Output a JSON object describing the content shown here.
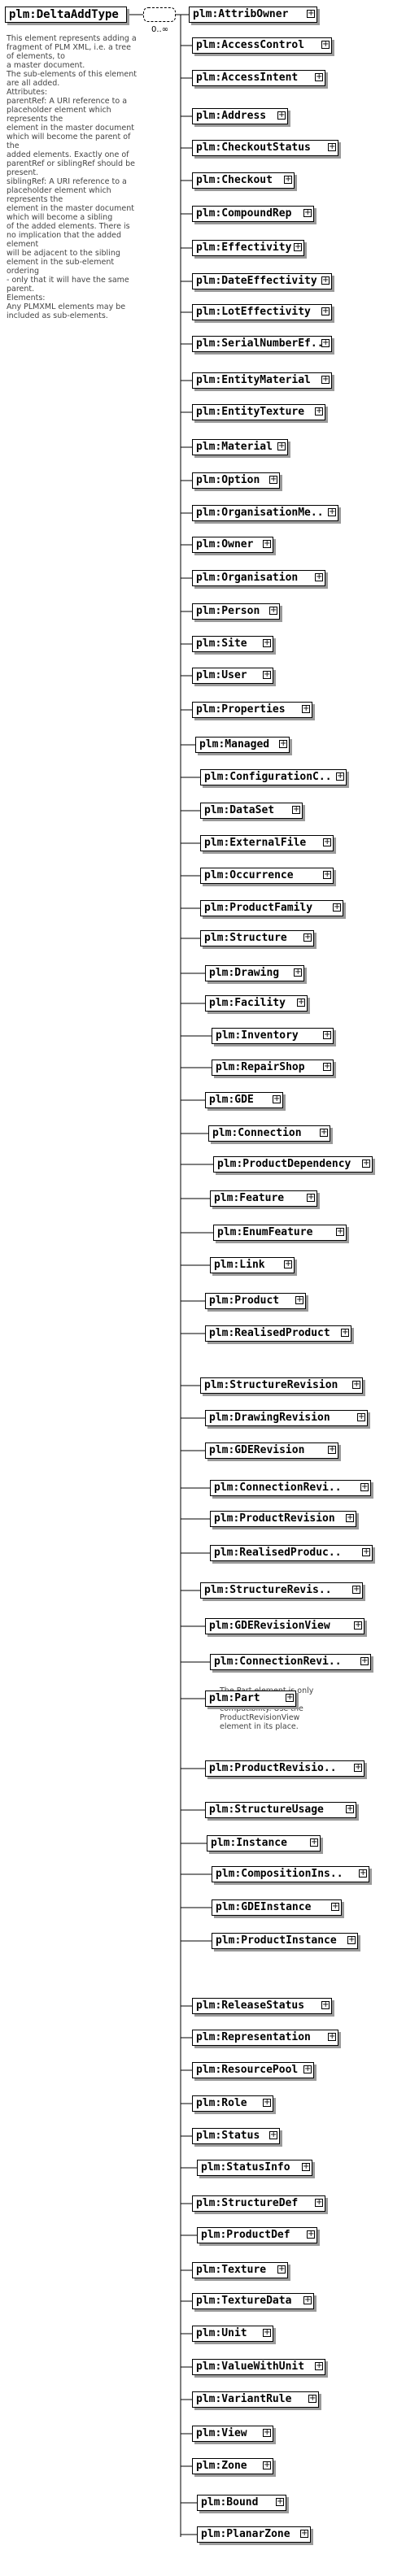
{
  "root": {
    "label": "plm:DeltaAddType"
  },
  "sequence": {
    "occurrence": "0..∞"
  },
  "documentation": [
    "This element represents adding a fragment of PLM XML, i.e. a tree of elements, to",
    "a master document.",
    "The sub-elements of this element are all added.",
    "Attributes:",
    "parentRef: A URI reference to a placeholder element which represents the",
    "element in the master document which will become the parent of the",
    "added elements. Exactly one of parentRef or siblingRef should be present.",
    "siblingRef: A URI reference to a placeholder element which represents the",
    "element in the master document which will become a sibling",
    "of the added elements. There is no implication that the added element",
    "will be adjacent to the sibling element in the sub-element ordering",
    "- only that it will have the same parent.",
    "Elements:",
    "Any PLMXML elements may be included as sub-elements."
  ],
  "part_note": [
    "The Part element is only",
    "provided for legacy",
    "compatibility. Use the",
    "ProductRevisionView",
    "element in its place."
  ],
  "elements": [
    {
      "label": "plm:AttribOwner"
    },
    {
      "label": "plm:AccessControl"
    },
    {
      "label": "plm:AccessIntent"
    },
    {
      "label": "plm:Address"
    },
    {
      "label": "plm:CheckoutStatus"
    },
    {
      "label": "plm:Checkout"
    },
    {
      "label": "plm:CompoundRep"
    },
    {
      "label": "plm:Effectivity"
    },
    {
      "label": "plm:DateEffectivity"
    },
    {
      "label": "plm:LotEffectivity"
    },
    {
      "label": "plm:SerialNumberEf.."
    },
    {
      "label": "plm:EntityMaterial"
    },
    {
      "label": "plm:EntityTexture"
    },
    {
      "label": "plm:Material"
    },
    {
      "label": "plm:Option"
    },
    {
      "label": "plm:OrganisationMe.."
    },
    {
      "label": "plm:Owner"
    },
    {
      "label": "plm:Organisation"
    },
    {
      "label": "plm:Person"
    },
    {
      "label": "plm:Site"
    },
    {
      "label": "plm:User"
    },
    {
      "label": "plm:Properties"
    },
    {
      "label": "plm:Managed"
    },
    {
      "label": "plm:ConfigurationC.."
    },
    {
      "label": "plm:DataSet"
    },
    {
      "label": "plm:ExternalFile"
    },
    {
      "label": "plm:Occurrence"
    },
    {
      "label": "plm:ProductFamily"
    },
    {
      "label": "plm:Structure"
    },
    {
      "label": "plm:Drawing"
    },
    {
      "label": "plm:Facility"
    },
    {
      "label": "plm:Inventory"
    },
    {
      "label": "plm:RepairShop"
    },
    {
      "label": "plm:GDE"
    },
    {
      "label": "plm:Connection"
    },
    {
      "label": "plm:ProductDependency"
    },
    {
      "label": "plm:Feature"
    },
    {
      "label": "plm:EnumFeature"
    },
    {
      "label": "plm:Link"
    },
    {
      "label": "plm:Product"
    },
    {
      "label": "plm:RealisedProduct"
    },
    {
      "label": "plm:StructureRevision"
    },
    {
      "label": "plm:DrawingRevision"
    },
    {
      "label": "plm:GDERevision"
    },
    {
      "label": "plm:ConnectionRevi.."
    },
    {
      "label": "plm:ProductRevision"
    },
    {
      "label": "plm:RealisedProduc.."
    },
    {
      "label": "plm:StructureRevis.."
    },
    {
      "label": "plm:GDERevisionView"
    },
    {
      "label": "plm:ConnectionRevi.."
    },
    {
      "label": "plm:Part"
    },
    {
      "label": "plm:ProductRevisio.."
    },
    {
      "label": "plm:StructureUsage"
    },
    {
      "label": "plm:Instance"
    },
    {
      "label": "plm:CompositionIns.."
    },
    {
      "label": "plm:GDEInstance"
    },
    {
      "label": "plm:ProductInstance"
    },
    {
      "label": "plm:ReleaseStatus"
    },
    {
      "label": "plm:Representation"
    },
    {
      "label": "plm:ResourcePool"
    },
    {
      "label": "plm:Role"
    },
    {
      "label": "plm:Status"
    },
    {
      "label": "plm:StatusInfo"
    },
    {
      "label": "plm:StructureDef"
    },
    {
      "label": "plm:ProductDef"
    },
    {
      "label": "plm:Texture"
    },
    {
      "label": "plm:TextureData"
    },
    {
      "label": "plm:Unit"
    },
    {
      "label": "plm:ValueWithUnit"
    },
    {
      "label": "plm:VariantRule"
    },
    {
      "label": "plm:View"
    },
    {
      "label": "plm:Zone"
    },
    {
      "label": "plm:Bound"
    },
    {
      "label": "plm:PlanarZone"
    }
  ]
}
